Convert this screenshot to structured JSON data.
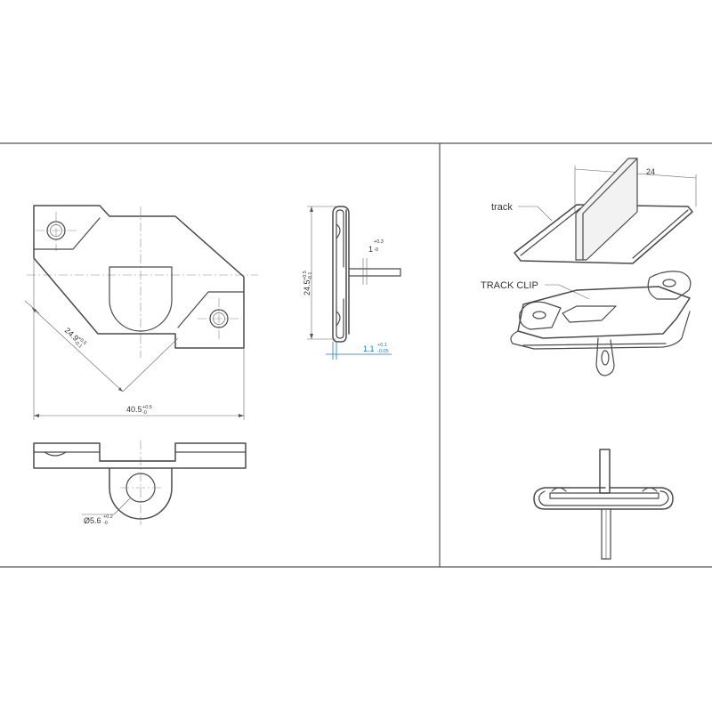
{
  "dimensions": {
    "width_overall": {
      "value": "40.5",
      "upper": "+0.5",
      "lower": "-0"
    },
    "diagonal": {
      "value": "24.9",
      "upper": "+0.5",
      "lower": "-0.1"
    },
    "height_side": {
      "value": "24.5",
      "upper": "+0.5",
      "lower": "-0.1"
    },
    "tab_gap": {
      "value": "1",
      "upper": "+0.3",
      "lower": "-0"
    },
    "thickness": {
      "value": "1.1",
      "upper": "+0.1",
      "lower": "-0.05"
    },
    "hole_diameter": {
      "value": "Ø5.6",
      "upper": "+0.2",
      "lower": "-0"
    },
    "track_width": {
      "value": "24"
    }
  },
  "labels": {
    "track": "track",
    "track_clip": "TRACK CLIP"
  },
  "colors": {
    "line": "#4a4a4a",
    "highlight_dimension": "#1b78c8"
  }
}
